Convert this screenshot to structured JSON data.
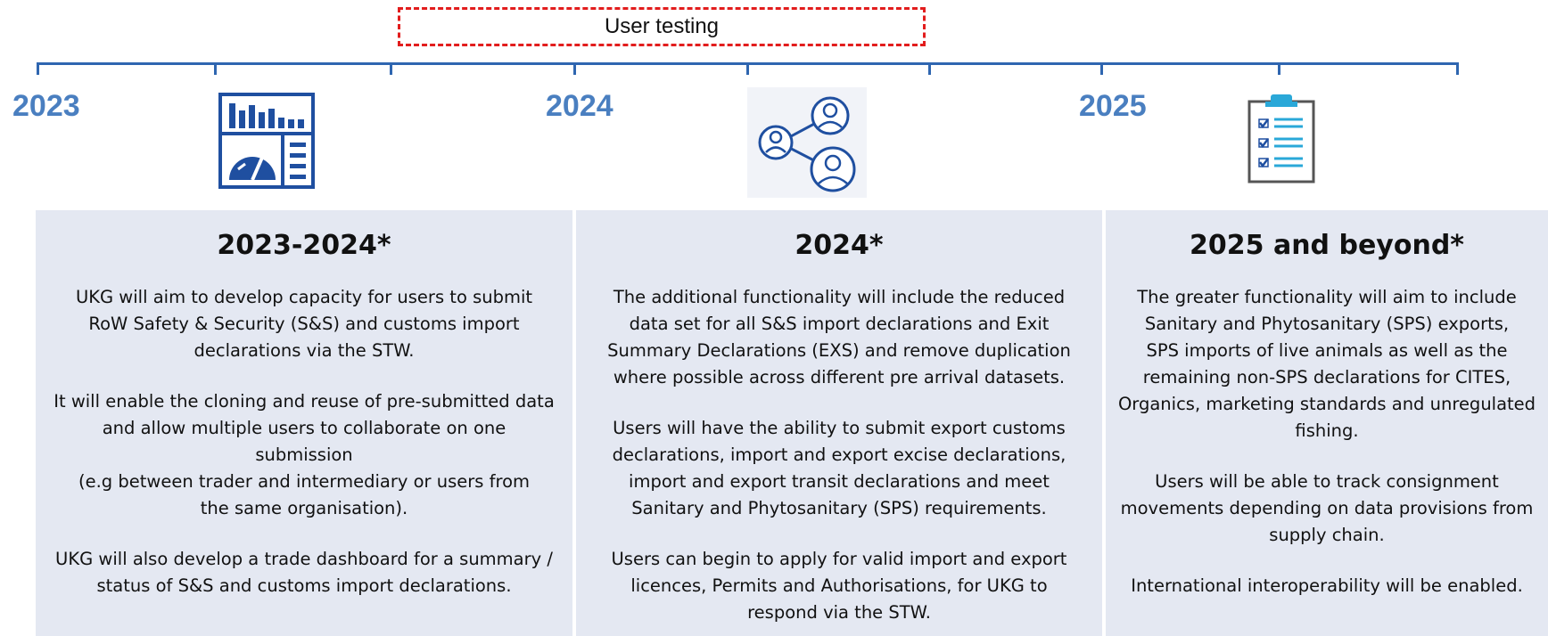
{
  "timeline": {
    "years": [
      "2023",
      "2024",
      "2025"
    ],
    "user_testing_label": "User testing"
  },
  "icons": {
    "dashboard": "dashboard-icon",
    "collaboration": "collaboration-icon",
    "checklist": "checklist-icon"
  },
  "colors": {
    "timeline": "#2f66b0",
    "year_text": "#4a7fc0",
    "panel_bg": "#e4e8f2",
    "dashed_border": "#e21d1d"
  },
  "panels": [
    {
      "title": "2023-2024*",
      "paragraphs": [
        "UKG will aim to develop capacity for users to submit\nRoW Safety & Security (S&S) and customs import\ndeclarations via the STW.",
        "It will enable the cloning and reuse of pre-submitted data\nand allow multiple users to collaborate on one\nsubmission\n(e.g between trader and intermediary or users from\nthe same organisation).",
        "UKG will also develop a trade dashboard for a summary /\nstatus of S&S and customs import declarations."
      ]
    },
    {
      "title": "2024*",
      "paragraphs": [
        "The additional functionality will include the reduced\ndata set for all S&S import declarations and Exit\nSummary Declarations (EXS) and remove duplication\nwhere possible across different pre arrival datasets.",
        "Users will have the ability to submit export customs\ndeclarations, import and export excise declarations,\nimport and export transit declarations and meet\nSanitary and Phytosanitary (SPS) requirements.",
        "Users can begin to apply for valid import and export\nlicences, Permits and Authorisations, for UKG to\nrespond via the STW."
      ]
    },
    {
      "title": "2025 and beyond*",
      "paragraphs": [
        "The greater functionality will aim to include\nSanitary and Phytosanitary (SPS) exports,\nSPS imports of live animals as well as the\nremaining non-SPS declarations for CITES,\nOrganics, marketing standards and unregulated\nfishing.",
        "Users will be able to track consignment\nmovements depending on data provisions from\nsupply chain.",
        "International interoperability will be enabled."
      ]
    }
  ]
}
